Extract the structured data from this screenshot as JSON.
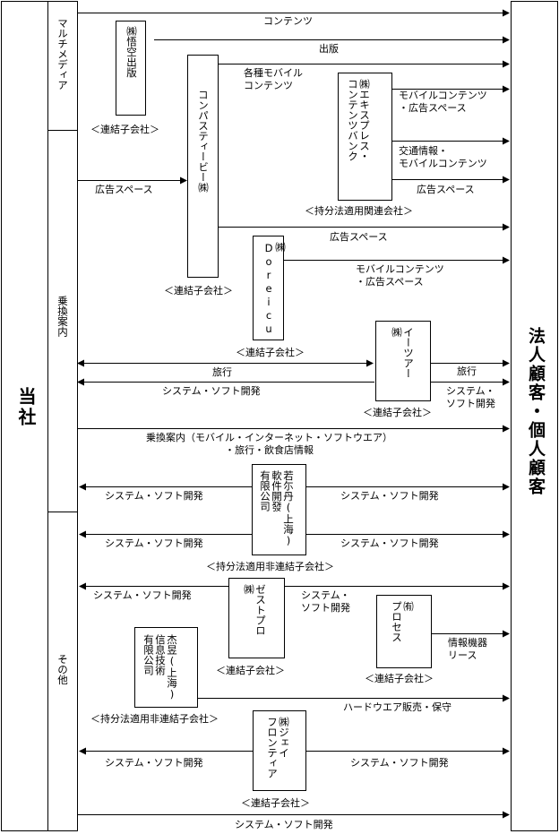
{
  "left": {
    "title": "当社"
  },
  "right": {
    "title": "法人顧客・個人顧客"
  },
  "sections": [
    "マルチメディア",
    "乗換案内",
    "その他"
  ],
  "companies": {
    "goku": "㈱悟空出版",
    "compass": "コンパスティービー㈱",
    "express": "㈱エキスプレス・\nコンテンツバンク",
    "doreicu": "㈱\nDoreicu",
    "etour": "イーツアー\n㈱",
    "wakaniu": "若尓丹(上海)\n軟件開發\n有限公司",
    "zest": "ゼストプロ\n㈱",
    "process": "㈲\nプロセス",
    "jieyu": "杰昱(上海)\n信息技術\n有限公司",
    "jfrontier": "㈱ジェイ\nフロンティア"
  },
  "tags": {
    "goku": "＜連結子会社＞",
    "compass": "＜連結子会社＞",
    "express": "＜持分法適用関連会社＞",
    "doreicu": "＜連結子会社＞",
    "etour": "＜連結子会社＞",
    "wakaniu": "＜持分法適用非連結子会社＞",
    "zest": "＜連結子会社＞",
    "process": "＜連結子会社＞",
    "jieyu": "＜持分法適用非連結子会社＞",
    "jfrontier": "＜連結子会社＞"
  },
  "flows": {
    "contents": "コンテンツ",
    "publishing": "出版",
    "mobile_contents": "各種モバイル\nコンテンツ",
    "mobile_ad1": "モバイルコンテンツ\n・広告スペース",
    "traffic": "交通情報・\nモバイルコンテンツ",
    "ad_space_express": "広告スペース",
    "ad_space_in": "広告スペース",
    "ad_space_compass": "広告スペース",
    "mobile_ad2": "モバイルコンテンツ\n・広告スペース",
    "travel_mid": "旅行",
    "travel_right": "旅行",
    "system_mid": "システム・ソフト開発",
    "system_right": "システム・\nソフト開発",
    "norikae": "乗換案内（モバイル・インターネット・ソフトウエア）\n・旅行・飲食店情報",
    "wak_left1": "システム・ソフト開発",
    "wak_right1": "システム・ソフト開発",
    "wak_left2": "システム・ソフト開発",
    "wak_right2": "システム・ソフト開発",
    "zest_left": "システム・ソフト開発",
    "zest_right": "システム・\nソフト開発",
    "process_right": "情報機器\nリース",
    "hardware": "ハードウエア販売・保守",
    "jf_left": "システム・ソフト開発",
    "jf_right": "システム・ソフト開発",
    "bottom": "システム・ソフト開発"
  }
}
